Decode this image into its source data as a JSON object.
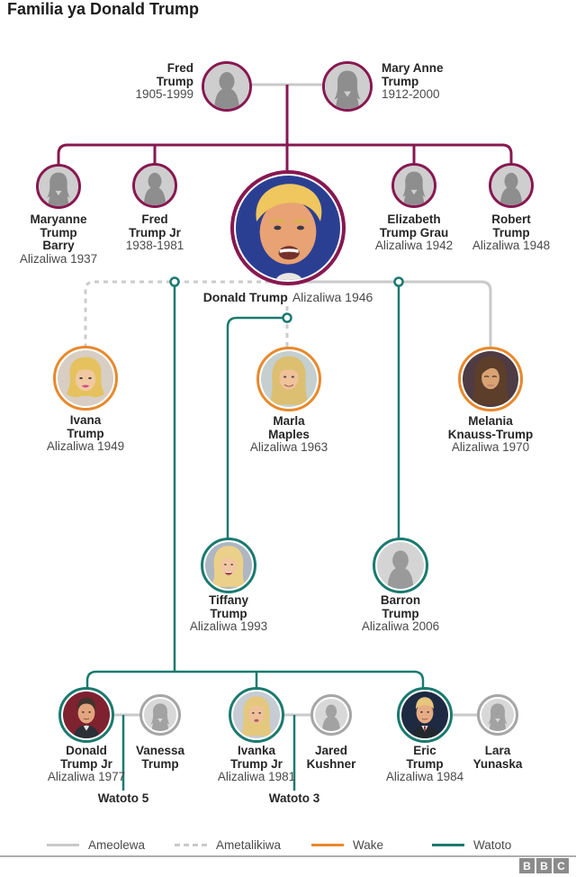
{
  "title": "Familia ya Donald Trump",
  "people": {
    "fred_sr": {
      "line1": "Fred",
      "line2": "Trump",
      "detail": "1905-1999"
    },
    "mary_anne": {
      "line1": "Mary Anne",
      "line2": "Trump",
      "detail": "1912-2000"
    },
    "maryanne": {
      "line1": "Maryanne",
      "line2": "Trump",
      "line3": "Barry",
      "detail": "Alizaliwa 1937"
    },
    "fred_jr": {
      "line1": "Fred",
      "line2": "Trump Jr",
      "detail": "1938-1981"
    },
    "donald": {
      "name": "Donald Trump",
      "detail": "Alizaliwa 1946"
    },
    "elizabeth": {
      "line1": "Elizabeth",
      "line2": "Trump Grau",
      "detail": "Alizaliwa 1942"
    },
    "robert": {
      "line1": "Robert",
      "line2": "Trump",
      "detail": "Alizaliwa 1948"
    },
    "ivana": {
      "line1": "Ivana",
      "line2": "Trump",
      "detail": "Alizaliwa 1949"
    },
    "marla": {
      "line1": "Marla",
      "line2": "Maples",
      "detail": "Alizaliwa 1963"
    },
    "melania": {
      "line1": "Melania",
      "line2": "Knauss-Trump",
      "detail": "Alizaliwa 1970"
    },
    "tiffany": {
      "line1": "Tiffany",
      "line2": "Trump",
      "detail": "Alizaliwa 1993"
    },
    "barron": {
      "line1": "Barron",
      "line2": "Trump",
      "detail": "Alizaliwa 2006"
    },
    "donald_jr": {
      "line1": "Donald",
      "line2": "Trump Jr",
      "detail": "Alizaliwa 1977"
    },
    "vanessa": {
      "line1": "Vanessa",
      "line2": "Trump"
    },
    "ivanka": {
      "line1": "Ivanka",
      "line2": "Trump Jr",
      "detail": "Alizaliwa 1981"
    },
    "jared": {
      "line1": "Jared",
      "line2": "Kushner"
    },
    "eric": {
      "line1": "Eric",
      "line2": "Trump",
      "detail": "Alizaliwa 1984"
    },
    "lara": {
      "line1": "Lara",
      "line2": "Yunaska"
    }
  },
  "annotations": {
    "watoto5": "Watoto 5",
    "watoto3": "Watoto 3"
  },
  "legend": {
    "ameolewa": "Ameolewa",
    "ametalikiwa": "Ametalikiwa",
    "wake": "Wake",
    "watoto": "Watoto"
  },
  "legend_styles": {
    "ameolewa": "solid gray line",
    "ametalikiwa": "dashed gray line",
    "wake": "solid orange line",
    "watoto": "solid teal line"
  },
  "relations": {
    "parents_couple": "Fred Trump + Mary Anne Trump",
    "siblings": [
      "Maryanne Trump Barry",
      "Fred Trump Jr",
      "Donald Trump",
      "Elizabeth Trump Grau",
      "Robert Trump"
    ],
    "donald_divorced": [
      "Ivana Trump",
      "Marla Maples"
    ],
    "donald_married": [
      "Melania Knauss-Trump"
    ],
    "children_of_ivana": [
      "Donald Trump Jr",
      "Ivanka Trump Jr",
      "Eric Trump"
    ],
    "child_of_marla": "Tiffany Trump",
    "child_of_melania": "Barron Trump",
    "couples_bottom": [
      "Donald Trump Jr + Vanessa Trump",
      "Ivanka Trump Jr + Jared Kushner",
      "Eric Trump + Lara Yunaska"
    ]
  },
  "colors": {
    "maroon": "#871850",
    "orange": "#e8892c",
    "teal": "#1a7a6f",
    "line_gray": "#c9c9c9",
    "silhouette_bg": "#cecece",
    "silhouette_fg": "#8e8e8e"
  },
  "logo": {
    "b1": "B",
    "b2": "B",
    "c": "C"
  }
}
